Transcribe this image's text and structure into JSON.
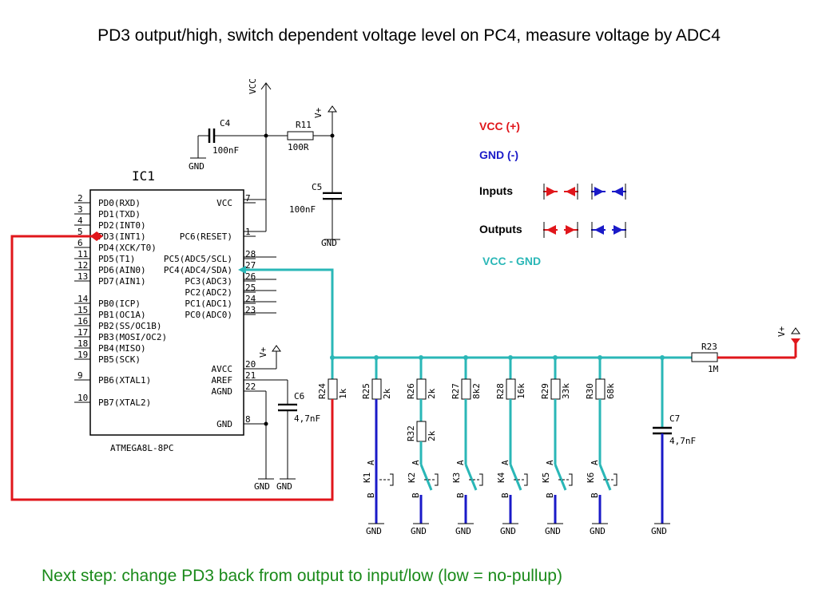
{
  "slide": {
    "title": "PD3 output/high, switch dependent voltage level on PC4, measure voltage by ADC4",
    "footer": "Next step: change PD3 back from output to input/low (low = no-pullup)"
  },
  "colors": {
    "vcc": "#e0161b",
    "gnd": "#1a1ac8",
    "vcc_gnd": "#2ab7b7",
    "note": "#1a8a1a"
  },
  "legend": {
    "vcc": "VCC (+)",
    "gnd": "GND (-)",
    "inputs": "Inputs",
    "outputs": "Outputs",
    "vcc_gnd": "VCC - GND"
  },
  "ic": {
    "designator": "IC1",
    "part": "ATMEGA8L-8PC",
    "left_pins": [
      {
        "num": "2",
        "name": "PD0(RXD)"
      },
      {
        "num": "3",
        "name": "PD1(TXD)"
      },
      {
        "num": "4",
        "name": "PD2(INT0)"
      },
      {
        "num": "5",
        "name": "PD3(INT1)"
      },
      {
        "num": "6",
        "name": "PD4(XCK/T0)"
      },
      {
        "num": "11",
        "name": "PD5(T1)"
      },
      {
        "num": "12",
        "name": "PD6(AIN0)"
      },
      {
        "num": "13",
        "name": "PD7(AIN1)"
      },
      {
        "num": "14",
        "name": "PB0(ICP)"
      },
      {
        "num": "15",
        "name": "PB1(OC1A)"
      },
      {
        "num": "16",
        "name": "PB2(SS/OC1B)"
      },
      {
        "num": "17",
        "name": "PB3(MOSI/OC2)"
      },
      {
        "num": "18",
        "name": "PB4(MISO)"
      },
      {
        "num": "19",
        "name": "PB5(SCK)"
      },
      {
        "num": "9",
        "name": "PB6(XTAL1)"
      },
      {
        "num": "10",
        "name": "PB7(XTAL2)"
      }
    ],
    "right_pins": [
      {
        "num": "7",
        "name": "VCC"
      },
      {
        "num": "1",
        "name": "PC6(RESET)"
      },
      {
        "num": "28",
        "name": "PC5(ADC5/SCL)"
      },
      {
        "num": "27",
        "name": "PC4(ADC4/SDA)"
      },
      {
        "num": "26",
        "name": "PC3(ADC3)"
      },
      {
        "num": "25",
        "name": "PC2(ADC2)"
      },
      {
        "num": "24",
        "name": "PC1(ADC1)"
      },
      {
        "num": "23",
        "name": "PC0(ADC0)"
      },
      {
        "num": "20",
        "name": "AVCC"
      },
      {
        "num": "21",
        "name": "AREF"
      },
      {
        "num": "22",
        "name": "AGND"
      },
      {
        "num": "8",
        "name": "GND"
      }
    ]
  },
  "power": {
    "vcc": "VCC",
    "vplus": "V+",
    "gnd": "GND"
  },
  "components": {
    "c4": {
      "ref": "C4",
      "val": "100nF"
    },
    "r11": {
      "ref": "R11",
      "val": "100R"
    },
    "c5": {
      "ref": "C5",
      "val": "100nF"
    },
    "c6": {
      "ref": "C6",
      "val": "4,7nF"
    },
    "c7": {
      "ref": "C7",
      "val": "4,7nF"
    },
    "r23": {
      "ref": "R23",
      "val": "1M"
    },
    "r24": {
      "ref": "R24",
      "val": "1k"
    },
    "r25": {
      "ref": "R25",
      "val": "2k"
    },
    "r26": {
      "ref": "R26",
      "val": "2k"
    },
    "r32": {
      "ref": "R32",
      "val": "2k"
    },
    "r27": {
      "ref": "R27",
      "val": "8k2"
    },
    "r28": {
      "ref": "R28",
      "val": "16k"
    },
    "r29": {
      "ref": "R29",
      "val": "33k"
    },
    "r30": {
      "ref": "R30",
      "val": "68k"
    }
  },
  "switches": [
    "K1",
    "K2",
    "K3",
    "K4",
    "K5",
    "K6"
  ],
  "switch_pins": {
    "a": "A",
    "b": "B"
  }
}
